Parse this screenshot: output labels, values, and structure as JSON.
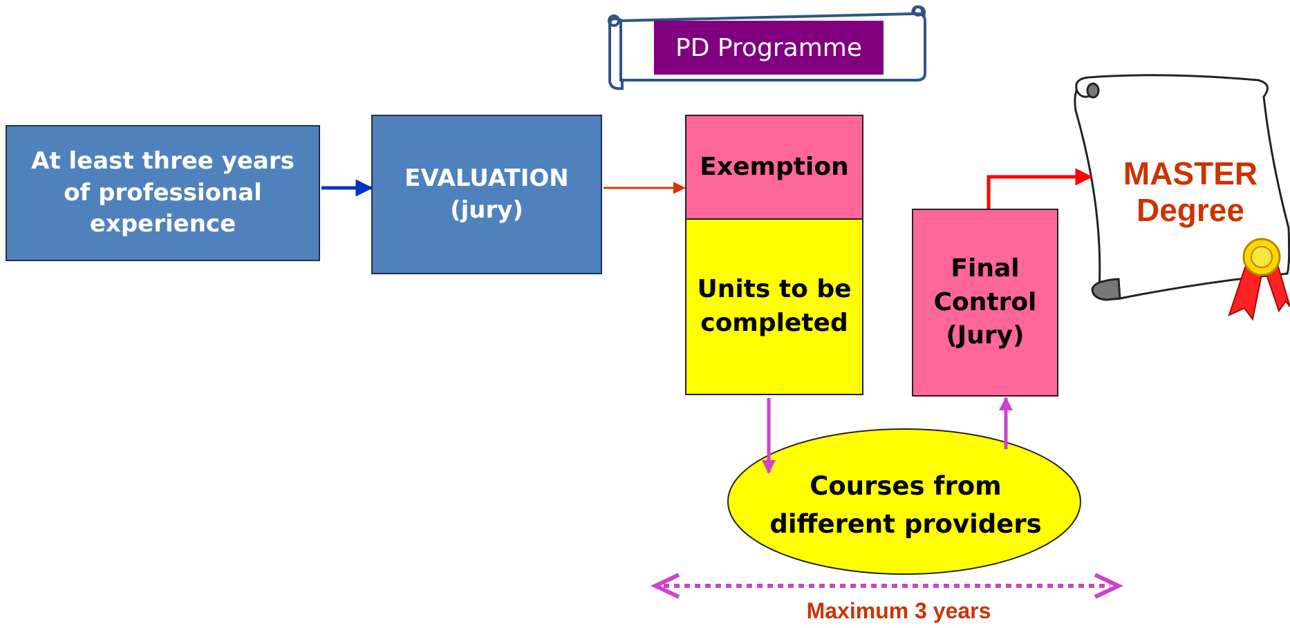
{
  "nodes": {
    "experience": {
      "label": "At least three years\nof professional\nexperience"
    },
    "evaluation": {
      "label": "EVALUATION\n(jury)"
    },
    "pd_programme": {
      "label": "PD Programme"
    },
    "exemption": {
      "label": "Exemption"
    },
    "units": {
      "label": "Units to be\ncompleted"
    },
    "final_control": {
      "label": "Final\nControl\n(Jury)"
    },
    "courses": {
      "label": "Courses from\ndifferent providers"
    },
    "master": {
      "label": "MASTER\nDegree"
    }
  },
  "duration": {
    "label": "Maximum 3 years"
  },
  "colors": {
    "box_blue": "#4f81bd",
    "box_pink": "#ff6699",
    "box_yellow": "#ffff00",
    "banner_purple": "#800080",
    "arrow_blue": "#0033cc",
    "arrow_red": "#ff0000",
    "arrow_magenta": "#cc44cc",
    "text_orange": "#cc3300"
  }
}
